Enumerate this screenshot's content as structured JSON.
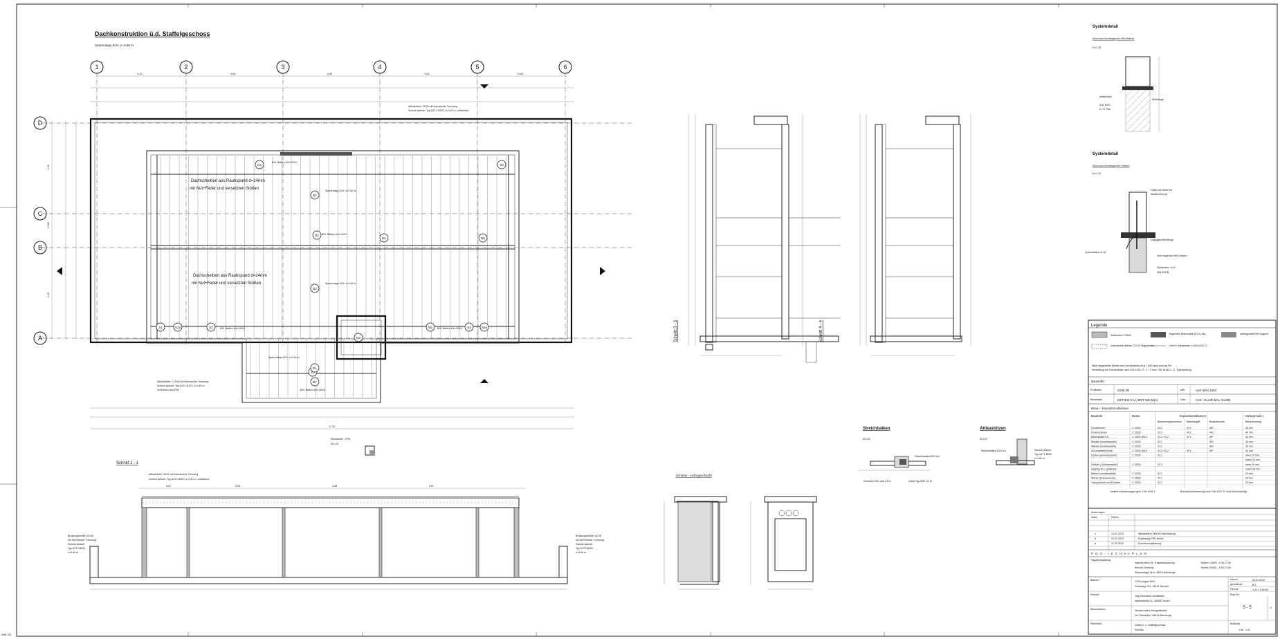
{
  "main_plan": {
    "title": "Dachkonstruktion ü.d. Staffelgeschoss",
    "subtitle": "Sparrenlage 6/24, e=0,80 m",
    "axes_top": [
      "1",
      "2",
      "3",
      "4",
      "5",
      "6"
    ],
    "axes_left": [
      "D",
      "C",
      "B",
      "A"
    ],
    "dims_top": [
      "4.10",
      "4.50",
      "4.50",
      "4.50",
      "4.462"
    ],
    "dims_overall": "17.24",
    "dims_left": [
      "4.20",
      "1.065",
      "4.20"
    ],
    "note_upper": "Dachscheiben aus Rauhspund d=24mm",
    "note_upper2": "mit Nut+Feder und versetzten Stößen",
    "note_lower": "Dachscheiben aus Rauhspund d=24mm",
    "note_lower2": "mit Nut+Feder und versetzten Stößen",
    "attika_note": "Attikaklötzer 22/26 mit thermischer Trennung",
    "attika_note2": "Schöck isokorb. Typ AXT1-B200, e=0,40 m, umlaufend",
    "attika_note_lower": "Attikaklötzer 17.5/26 mit thermischer Trennung",
    "attika_note_lower2": "Schöck isokorb. Typ AXT1-B170, e=0,40 m",
    "attika_note_lower3": "im Bereich des FRH",
    "sparren_a": "Sparrenlage 6/24, e=0,80 m",
    "sparren_b": "Sparrenlage 6/24, e=0,40 m",
    "sparren_c": "Sparrenlage 6/24, e=0,50 m",
    "balken_1": "BSt. Balken b/h=20/24",
    "balken_2": "BSt. Balken b/h=20/24",
    "balken_3": "BSt. Balken b/h=20/24",
    "balken_4": "BSt. Balken b/h=16/24",
    "balken_5": "BSt. Balken b/h=20/24",
    "pos": [
      "S1",
      "S2",
      "S3",
      "S4",
      "S5",
      "B1",
      "B2",
      "B3",
      "B4",
      "B5",
      "B6",
      "B7",
      "D1",
      "D2",
      "S2a",
      "S5a",
      "D3"
    ],
    "einbau": "Einbauteile - FRH",
    "einbau_scale": "M 1:20"
  },
  "section_1": {
    "title": "Schnitt 1 - 1",
    "note1": "Attikaklötzer 22/26 mit thermischer Trennung",
    "note2": "Schöck isokorb. Typ AXT1-B200, e=0,40 m, umlaufend",
    "left_label": "Brüstungsklötzer 22/26",
    "left_label2": "mit thermischer Trennung",
    "left_label3": "Schöck isokorb",
    "left_label4": "Typ AXT2-B200",
    "left_label5": "e=0,80 m",
    "right_label": "Brüstungsklötzer 22/26",
    "right_label2": "mit thermischer Trennung",
    "right_label3": "Schöck isokorb",
    "right_label4": "Typ AXT2-B200",
    "right_label5": "e=0,80 m",
    "dims": [
      "5.07",
      "4.35",
      "4.35",
      "5.07"
    ]
  },
  "section_3": {
    "title": "Schnitt 3 - 3"
  },
  "section_4": {
    "title": "Schnitt 4 - 4"
  },
  "shaft": {
    "title": "Schnitte - Aufzugsschacht"
  },
  "streich": {
    "title": "Streichbalken",
    "scale": "M 1:20",
    "note": "Streichbalken 8/24 cm",
    "note2": "Dübel Typ BMF 64 M",
    "note3": "Schraube Ø12 alle 2.5 m"
  },
  "attikastuetzen": {
    "title": "Attikastützen",
    "scale": "M 1:20",
    "note": "Streichbalken 8/24 cm",
    "note2": "Schöck isokorb",
    "note3": "Typ AXT1-B200",
    "note4": "e=0,80 m"
  },
  "detail1": {
    "title": "Systemdetail",
    "sub": "Anschluss nichttragender MW-Wände",
    "scale": "M=1:10",
    "note1": "Mörtelfuge",
    "note2": "SLB MFG",
    "note3": "e=+0,75m",
    "note4": "Isolierband"
  },
  "detail2": {
    "title": "Systemdetail",
    "sub": "Anschluss nichttragender Stützen",
    "scale": "M=1:10",
    "note1": "Hülse mit Mörtel für",
    "note2": "Stahlbetonkopf",
    "note3": "Gleitlager/Mörtelfuge",
    "note4": "Schlaudern 1x12",
    "note5": "nicht tragende MW-Stützen",
    "note6": "Querkraftdorn ø 16",
    "note7": "MW B30 B"
  },
  "legend": {
    "title": "Legende",
    "rows": [
      [
        "Stahlbeton C25/30",
        "tragendes Mauerwerk KS 20-DM",
        "aufliegendes MW tragend"
      ],
      [
        "unbewehrter Beton C12/15 Magerbeton",
        "nicht tr. Mauerwerk n.DIN 4103-T1",
        ""
      ]
    ],
    "note1": "Nicht dargestellte Wände und Leichtwände mit g < 500 kg/m sind als Ptr.",
    "note2": "Herstellung der Leichtwände nach DIN 4103-T1, 2 + 3 bzw. DIN 18183 o. G. Typenprüfung"
  },
  "baustoffe": {
    "title": "Baustoffe",
    "profilstahl_label": "Profilstahl",
    "profilstahl": "S235 JR",
    "mw_label": "MW",
    "mw": "nach DIN 1053",
    "betonstahl_label": "Betonstahl",
    "betonstahl": "BST 500 S (A)  BST 500 M(A)",
    "holz_label": "Holz",
    "holz": "C24 / GL24h bzw. GL28h"
  },
  "expo": {
    "title": "Beton - Expositionsklassen",
    "head": [
      "Bauteile",
      "Beton",
      "Expositionsklassen",
      "Verlegemaß c"
    ],
    "sub_head": [
      "Bewehrungskorrosion",
      "Betonangriff",
      "Bodenfeuchte",
      "Betondeckung"
    ],
    "rows": [
      [
        "Fundamente",
        "C 25/30",
        "XC2",
        "XF1",
        "WO",
        "40 mm"
      ],
      [
        "Frostschürzen",
        "C 25/30",
        "XC2",
        "XF1",
        "WO",
        "40 mm"
      ],
      [
        "Bodenplatte KG",
        "C 25/30 (WU)",
        "XC3, XC2",
        "XF1",
        "WF",
        "40 mm"
      ],
      [
        "Stützen (innenbauteile)",
        "C 25/30",
        "XC1",
        "",
        "WO",
        "30 mm"
      ],
      [
        "Wände (innenbauteile)",
        "C 25/30",
        "XC1",
        "",
        "WO",
        "30 mm"
      ],
      [
        "Außenwände Keller",
        "C 25/30 (WU)",
        "XC3, XC2",
        "XF1",
        "WF",
        "40 mm"
      ],
      [
        "Decken (innenbauteile)",
        "C 25/30",
        "XC1",
        "",
        "",
        "oben 20 mm"
      ],
      [
        "",
        "",
        "",
        "",
        "",
        "unten 20 mm"
      ],
      [
        "Decken (\"Außenbauteil\")",
        "C 25/30",
        "XC3",
        "",
        "",
        "oben 30 mm"
      ],
      [
        "abgedeckt u. gedämmt",
        "",
        "",
        "",
        "",
        "unten 30 mm"
      ],
      [
        "Balken (innenbauteile)",
        "C 25/30",
        "XC1",
        "",
        "",
        "20 mm"
      ],
      [
        "Stürze (innenbauteile)",
        "C 25/30",
        "XC1",
        "",
        "",
        "20 mm"
      ],
      [
        "Treppenläufe und Podeste",
        "C 25/30",
        "XC1",
        "",
        "",
        "20 mm"
      ]
    ],
    "foot1": "weitere Anforderungen gem. DIN 1045-1",
    "foot2": "Brandschutzforderung nach DIN 4102 T4 wird berücksichtigt"
  },
  "revisions": {
    "head": [
      "Index",
      "Datum",
      ""
    ],
    "rows": [
      [
        "c",
        "14.03.2019",
        "Attikastüter / MW für Rauchabzug"
      ],
      [
        "b",
        "01.03.2019",
        "Ergänzung FRH Decke"
      ],
      [
        "a",
        "11.02.2019",
        "Durchbruchsplanung"
      ]
    ]
  },
  "titleblock": {
    "header": "P O S - / S C H A L P L A N",
    "office_label": "Tragwerksplanung",
    "office1": "Ingenieurbüro für Tragwerksplanung",
    "office2": "Beumis Zelsberg",
    "office3": "Stukenstiege 26 A, 48341 Altenberge",
    "tel1": "Telefon:  02505 - 9 38 13 36",
    "tel2": "Telefax:  02505 - 9 38 13 36",
    "bauherr_label": "Bauherr:",
    "bauherr1": "CSGI Augsel GbR",
    "bauherr2": "Feldstiege 104,  48161 Münster",
    "datum_label": "Datum:",
    "datum": "20.01.2019",
    "gez_label": "gezeichnet:",
    "gez": "B.Z.",
    "format_label": "Format:",
    "format": "1,20 x 0,60 m²",
    "arch_label": "Entwurf:",
    "arch1": "Jörg Scheideck Architekten",
    "arch2": "Martinistraße 51, 48268 Greven",
    "plan_label": "Plan-Nr.:",
    "plan": "S - 5",
    "index": "c",
    "project_label": "Bauvorhaben:",
    "project1": "Neubau eines Bürogebäudes",
    "project2": "Zur Steinkuhle, 48341 Altenberge",
    "content_label": "Planinhalt:",
    "content1": "Decke ü. d. Staffelgeschoss",
    "content2": "Schnitte",
    "scale_label": "Maßstab:",
    "scale": "1:50 ; 1:20"
  },
  "corner_label": "ANB 105"
}
